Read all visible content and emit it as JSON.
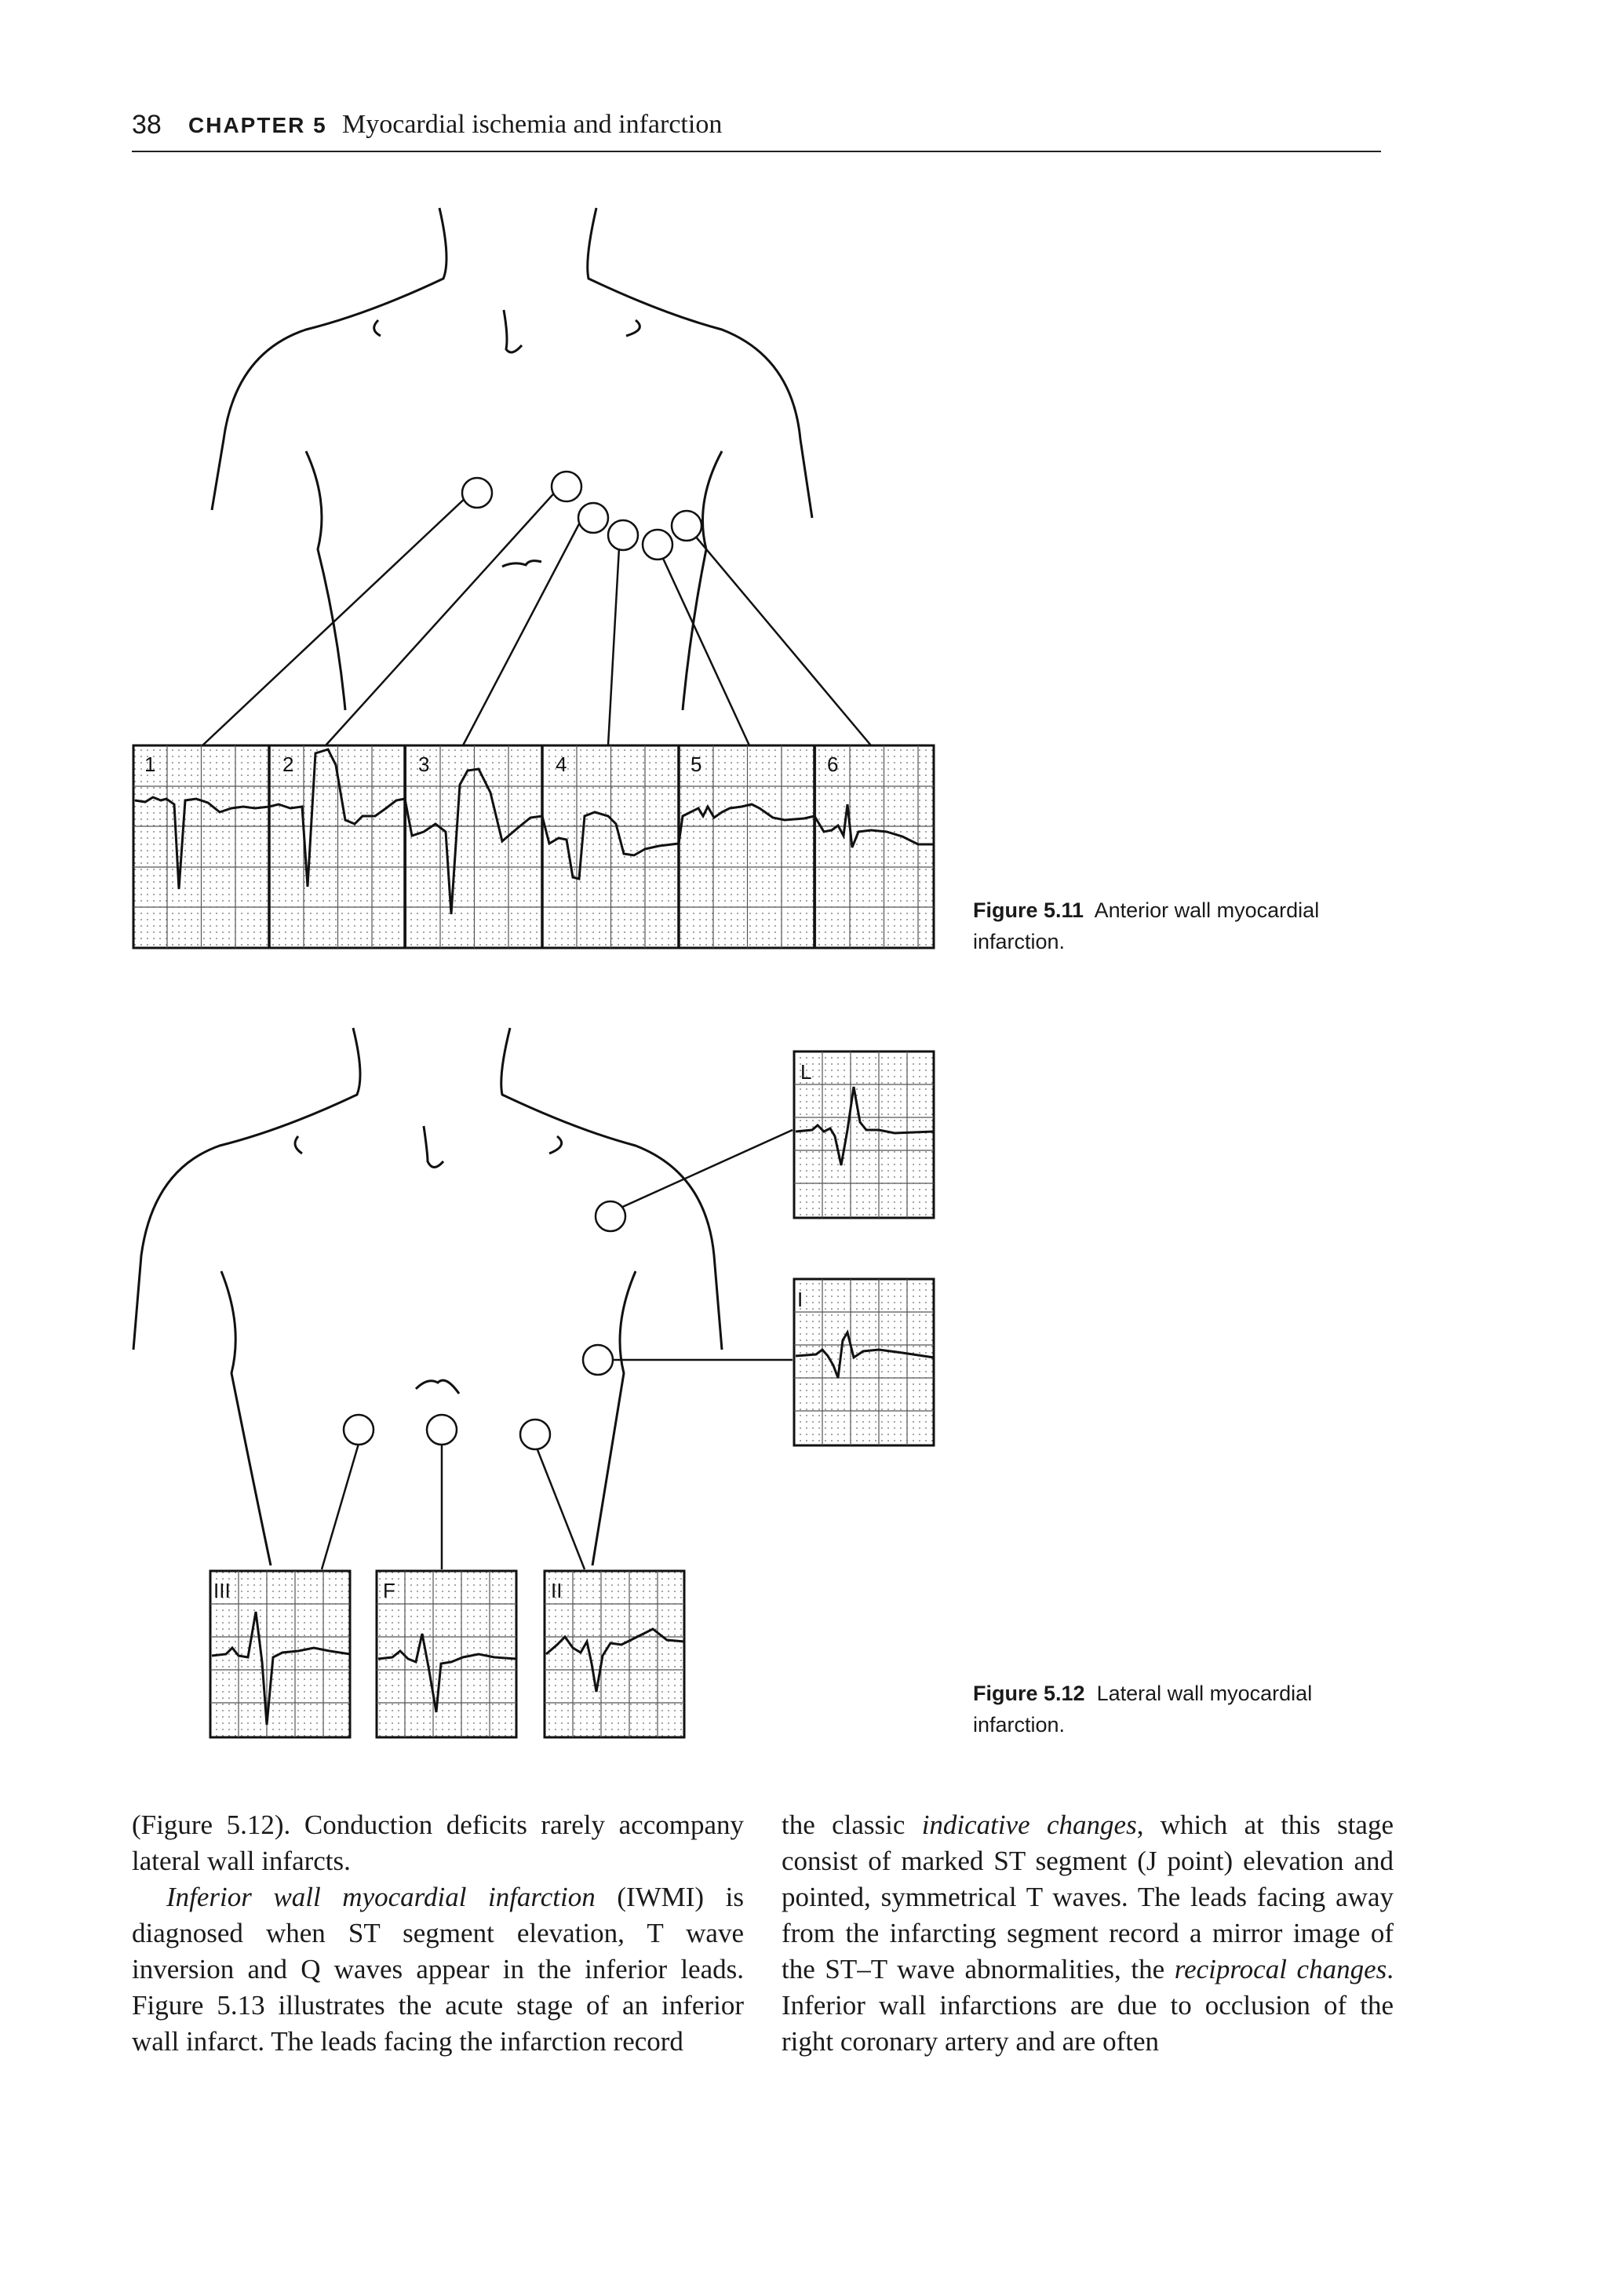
{
  "header": {
    "page_number": "38",
    "chapter_label": "CHAPTER 5",
    "chapter_title": "Myocardial ischemia and infarction"
  },
  "figure_5_11": {
    "caption_label": "Figure 5.11",
    "caption_text": "Anterior wall myocardial infarction.",
    "leads": [
      "1",
      "2",
      "3",
      "4",
      "5",
      "6"
    ]
  },
  "figure_5_12": {
    "caption_label": "Figure 5.12",
    "caption_text": "Lateral wall myocardial infarction.",
    "leads_side": [
      "L",
      "I"
    ],
    "leads_bottom": [
      "III",
      "F",
      "II"
    ]
  },
  "body": {
    "left": {
      "p1": "(Figure 5.12). Conduction deficits rarely accompany lateral wall infarcts.",
      "p2_italic": "Inferior wall myocardial infarction",
      "p2_rest": " (IWMI) is diagnosed when ST segment elevation, T wave inversion and Q waves appear in the inferior leads. Figure 5.13 illustrates the acute stage of an inferior wall infarct. The leads facing the infarction record"
    },
    "right": {
      "t1": "the classic ",
      "t2_italic": "indicative changes",
      "t3": ", which at this stage consist of marked ST segment (J point) elevation and pointed, symmetrical T waves. The leads facing away from the infarcting segment record a mirror image of the ST–T wave abnormalities, the ",
      "t4_italic": "reciprocal changes",
      "t5": ". Inferior wall infarctions are due to occlusion of the right coronary artery and are often"
    }
  }
}
